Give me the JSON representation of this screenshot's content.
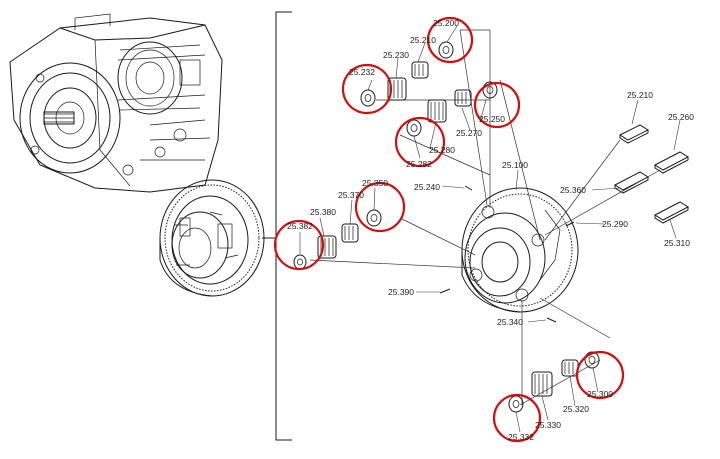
{
  "diagram": {
    "part_labels": [
      {
        "id": "l25200",
        "text": "25.200"
      },
      {
        "id": "l25210a",
        "text": "25.210"
      },
      {
        "id": "l25230",
        "text": "25.230"
      },
      {
        "id": "l25232",
        "text": "25.232"
      },
      {
        "id": "l25250",
        "text": "25.250"
      },
      {
        "id": "l25270",
        "text": "25.270"
      },
      {
        "id": "l25280",
        "text": "25.280"
      },
      {
        "id": "l25282",
        "text": "25.282"
      },
      {
        "id": "l25210b",
        "text": "25.210"
      },
      {
        "id": "l25260",
        "text": "25.260"
      },
      {
        "id": "l25100",
        "text": "25.100"
      },
      {
        "id": "l25240",
        "text": "25.240"
      },
      {
        "id": "l25350",
        "text": "25.350"
      },
      {
        "id": "l25370",
        "text": "25.370"
      },
      {
        "id": "l25380",
        "text": "25.380"
      },
      {
        "id": "l25382",
        "text": "25.382"
      },
      {
        "id": "l25360",
        "text": "25.360"
      },
      {
        "id": "l25290",
        "text": "25.290"
      },
      {
        "id": "l25310",
        "text": "25.310"
      },
      {
        "id": "l25390",
        "text": "25.390"
      },
      {
        "id": "l25340",
        "text": "25.340"
      },
      {
        "id": "l25300",
        "text": "25.300"
      },
      {
        "id": "l25320",
        "text": "25.320"
      },
      {
        "id": "l25330",
        "text": "25.330"
      },
      {
        "id": "l25332",
        "text": "25.332"
      }
    ],
    "highlight_color": "#d01010",
    "line_color": "#1a1a1a"
  }
}
